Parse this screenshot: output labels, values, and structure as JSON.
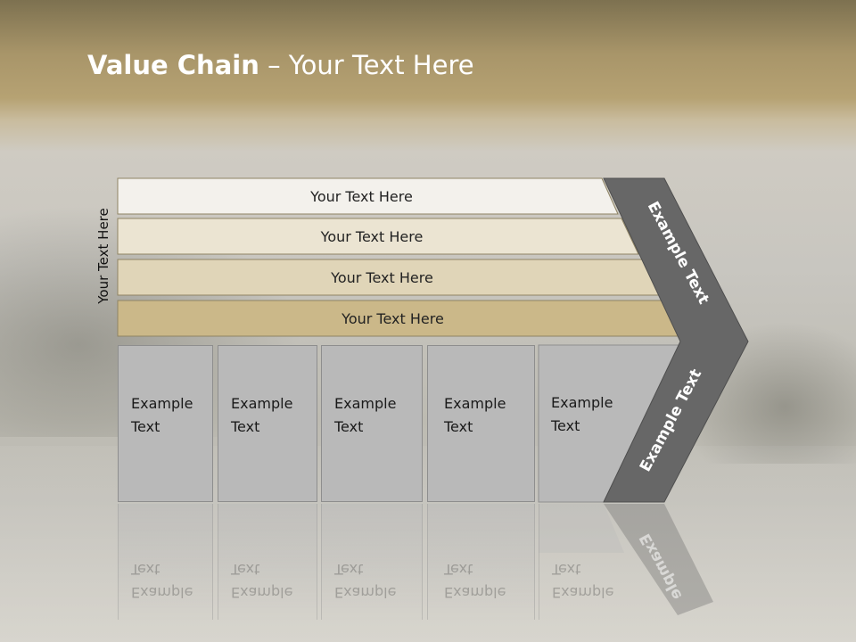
{
  "title": {
    "bold": "Value Chain",
    "rest": " – Your Text Here"
  },
  "side_label": "Your Text Here",
  "rows": [
    {
      "label": "Your Text Here",
      "color": "#f3f1ec"
    },
    {
      "label": "Your Text Here",
      "color": "#ebe4d2"
    },
    {
      "label": "Your Text Here",
      "color": "#e0d5b8"
    },
    {
      "label": "Your Text Here",
      "color": "#cbb889"
    }
  ],
  "columns": [
    {
      "line1": "Example",
      "line2": "Text"
    },
    {
      "line1": "Example",
      "line2": "Text"
    },
    {
      "line1": "Example",
      "line2": "Text"
    },
    {
      "line1": "Example",
      "line2": "Text"
    },
    {
      "line1": "Example",
      "line2": "Text"
    }
  ],
  "chevron": {
    "upper_label": "Example Text",
    "lower_label": "Example Text",
    "reflection_label": "Example",
    "color": "#676767"
  }
}
